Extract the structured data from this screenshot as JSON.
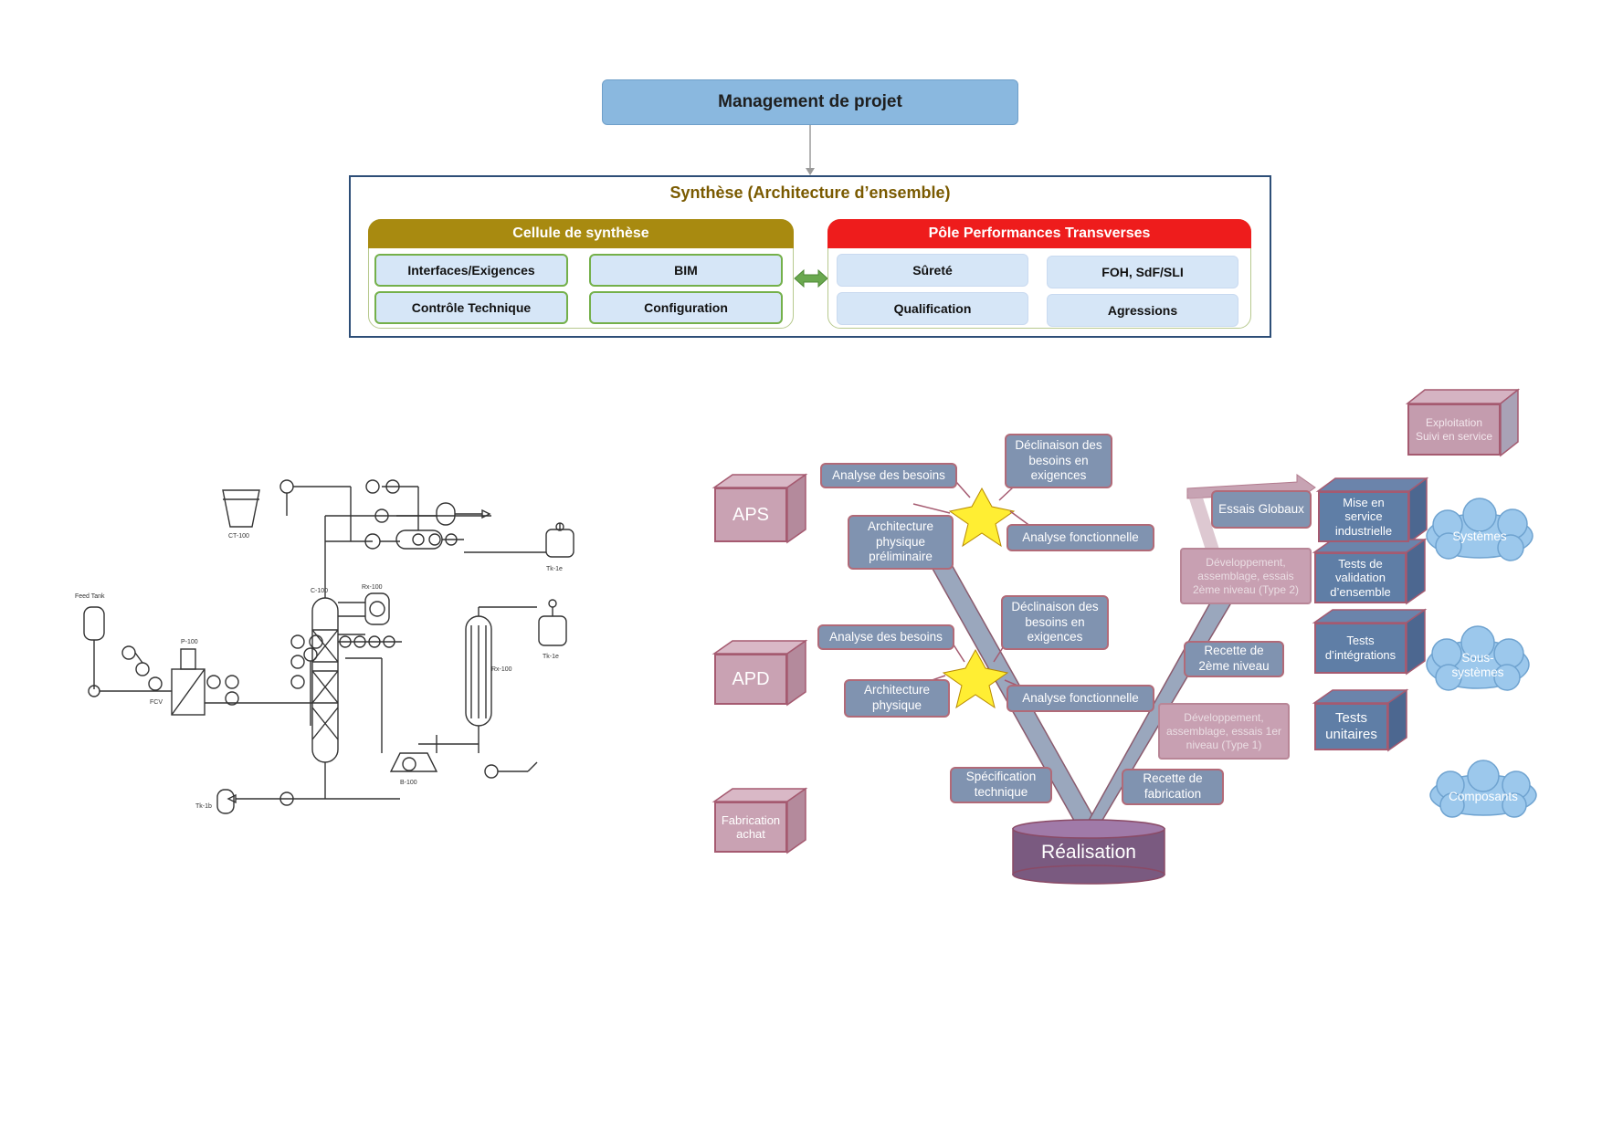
{
  "org": {
    "management": "Management de projet",
    "synthese_title": "Synthèse (Architecture d’ensemble)",
    "cellule": {
      "title": "Cellule de synthèse",
      "header_color": "#a88a10",
      "items": [
        "Interfaces/Exigences",
        "BIM",
        "Contrôle Technique",
        "Configuration"
      ]
    },
    "pole": {
      "title": "Pôle Performances Transverses",
      "header_color": "#ee1c1c",
      "items": [
        "Sûreté",
        "FOH, SdF/SLI",
        "Qualification",
        "Agressions"
      ]
    },
    "arrow_color": "#6aa84f"
  },
  "pid": {
    "labels": [
      "Feed Tank",
      "CT-100",
      "P-100",
      "C-100",
      "Rx-100",
      "Rx-100",
      "Tk-1e",
      "Tk-1e",
      "Tk-1b",
      "B-100",
      "FCV"
    ]
  },
  "vcycle": {
    "phases": [
      "APS",
      "APD",
      "Fabrication achat"
    ],
    "left_aps": [
      "Analyse des besoins",
      "Déclinaison des besoins en exigences",
      "Architecture physique préliminaire",
      "Analyse fonctionnelle"
    ],
    "left_apd": [
      "Analyse des besoins",
      "Déclinaison des besoins en exigences",
      "Architecture physique",
      "Analyse fonctionnelle"
    ],
    "bottom": [
      "Spécification technique",
      "Recette de fabrication"
    ],
    "realisation": "Réalisation",
    "right_boxes": [
      "Essais Globaux",
      "Développement, assemblage, essais 2ème niveau (Type 2)",
      "Recette de 2ème niveau",
      "Développement, assemblage, essais 1er niveau (Type 1)"
    ],
    "cubes": [
      "Exploitation Suivi en service",
      "Mise en service industrielle",
      "Tests de validation d’ensemble",
      "Tests d’intégrations",
      "Tests unitaires"
    ],
    "clouds": [
      "Systèmes",
      "Sous-systèmes",
      "Composants"
    ]
  }
}
